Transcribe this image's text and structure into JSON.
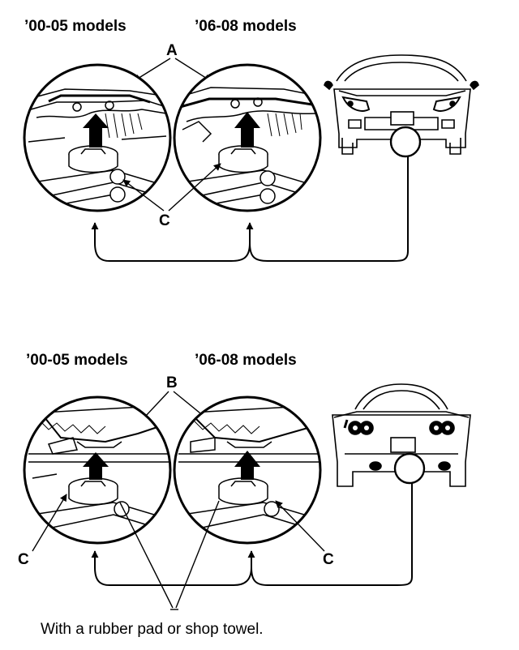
{
  "top_panel": {
    "label_left": "’00-05 models",
    "label_right": "’06-08 models",
    "callout_a": "A",
    "callout_c": "C"
  },
  "bottom_panel": {
    "label_left": "’00-05 models",
    "label_right": "’06-08 models",
    "callout_b": "B",
    "callout_c_left": "C",
    "callout_c_right": "C"
  },
  "caption": "With a rubber pad or shop towel."
}
